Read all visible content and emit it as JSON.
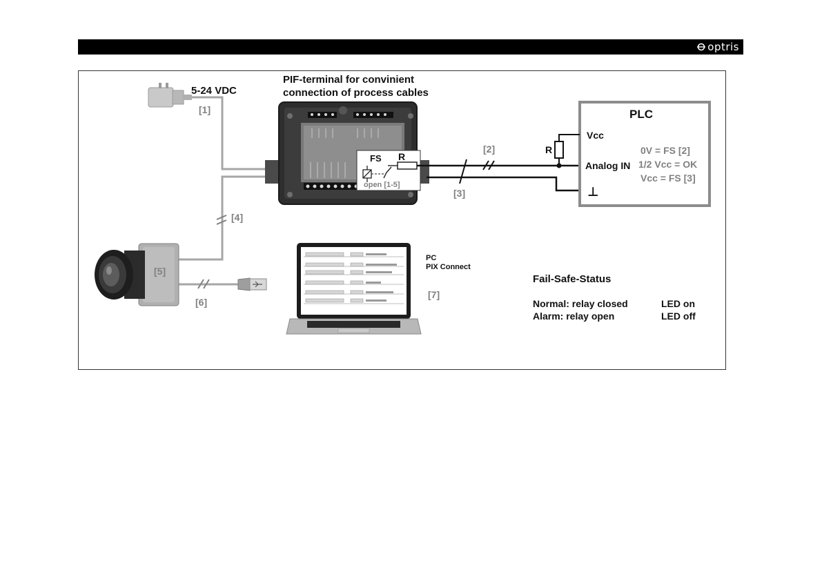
{
  "header": {
    "brand": "optris"
  },
  "diagram": {
    "terminal_title_line1": "PIF-terminal for convinient",
    "terminal_title_line2": "connection of process cables",
    "power_label": "5-24 VDC",
    "ref_1": "[1]",
    "ref_2": "[2]",
    "ref_3": "[3]",
    "ref_4": "[4]",
    "ref_5": "[5]",
    "ref_6": "[6]",
    "ref_7": "[7]",
    "fs_label": "FS",
    "r_label_terminal": "R",
    "open_label": "open [1-5]",
    "plc_title": "PLC",
    "vcc_label": "Vcc",
    "analog_in_label": "Analog IN",
    "r_label_plc": "R",
    "ground_symbol": "⊥",
    "state_0v": "0V = FS [2]",
    "state_half": "1/2 Vcc = OK",
    "state_vcc": "Vcc = FS [3]",
    "pc_label": "PC",
    "pix_connect_label": "PIX Connect",
    "failsafe_title": "Fail-Safe-Status",
    "normal_state": "Normal: relay closed",
    "normal_led": "LED on",
    "alarm_state": "Alarm: relay open",
    "alarm_led": "LED off"
  },
  "colors": {
    "cable_gray": "#a6a6a6",
    "label_gray": "#808080",
    "plc_border": "#8c8c8c",
    "dark": "#1a1a1a"
  }
}
